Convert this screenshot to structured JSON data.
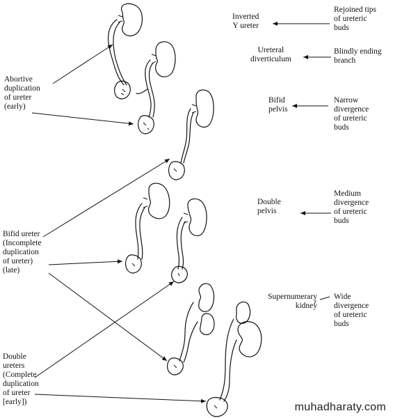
{
  "left_labels": {
    "abortive": [
      "Abortive",
      "duplication",
      "of ureter",
      "(early)"
    ],
    "bifid_ureter": [
      "Bifid ureter",
      "(Incomplete",
      "duplication",
      "of ureter)",
      "(late)"
    ],
    "double_ureters": [
      "Double",
      "ureters",
      "(Complete",
      "duplication",
      "of ureter",
      "[early])"
    ]
  },
  "right_labels": {
    "inverted_y": [
      "Inverted",
      "Y ureter"
    ],
    "rejoined_tips": [
      "Rejoined tips",
      "of ureteric",
      "buds"
    ],
    "ureteral_diverticulum": [
      "Ureteral",
      "diverticulum"
    ],
    "blindly_ending": [
      "Blindly ending",
      "branch"
    ],
    "bifid_pelvis": [
      "Bifid",
      "pelvis"
    ],
    "narrow_divergence": [
      "Narrow",
      "divergence",
      "of ureteric",
      "buds"
    ],
    "double_pelvis": [
      "Double",
      "pelvis"
    ],
    "medium_divergence": [
      "Medium",
      "divergence",
      "of ureteric",
      "buds"
    ],
    "supernumerary_kidney": [
      "Supernumerary",
      "kidney"
    ],
    "wide_divergence": [
      "Wide",
      "divergence",
      "of ureteric",
      "buds"
    ]
  },
  "watermark": "muhadharaty.com"
}
